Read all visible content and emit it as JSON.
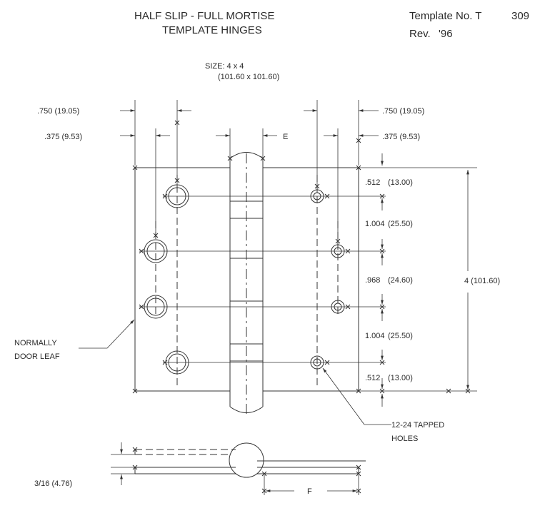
{
  "header": {
    "title_line1": "HALF SLIP - FULL MORTISE",
    "title_line2": "TEMPLATE HINGES",
    "template_label": "Template No. T",
    "template_number": "309",
    "rev_label": "Rev.",
    "rev_value": "'96"
  },
  "size": {
    "line1": "SIZE:  4 x 4",
    "line2": "(101.60 x 101.60)"
  },
  "top_dims": {
    "outer_left": ".750 (19.05)",
    "inner_left": ".375 (9.53)",
    "outer_right": ".750 (19.05)",
    "inner_right": ".375 (9.53)",
    "e_label": "E"
  },
  "right_dims": [
    {
      "in": ".512",
      "mm": "(13.00)"
    },
    {
      "in": "1.004",
      "mm": "(25.50)"
    },
    {
      "in": ".968",
      "mm": "(24.60)"
    },
    {
      "in": "1.004",
      "mm": "(25.50)"
    },
    {
      "in": ".512",
      "mm": "(13.00)"
    }
  ],
  "overall_height": "4  (101.60)",
  "notes": {
    "door_leaf_line1": "NORMALLY",
    "door_leaf_line2": "DOOR LEAF",
    "tapped_line1": "12-24 TAPPED",
    "tapped_line2": "HOLES"
  },
  "bottom": {
    "thickness": "3/16 (4.76)",
    "f_label": "F"
  }
}
